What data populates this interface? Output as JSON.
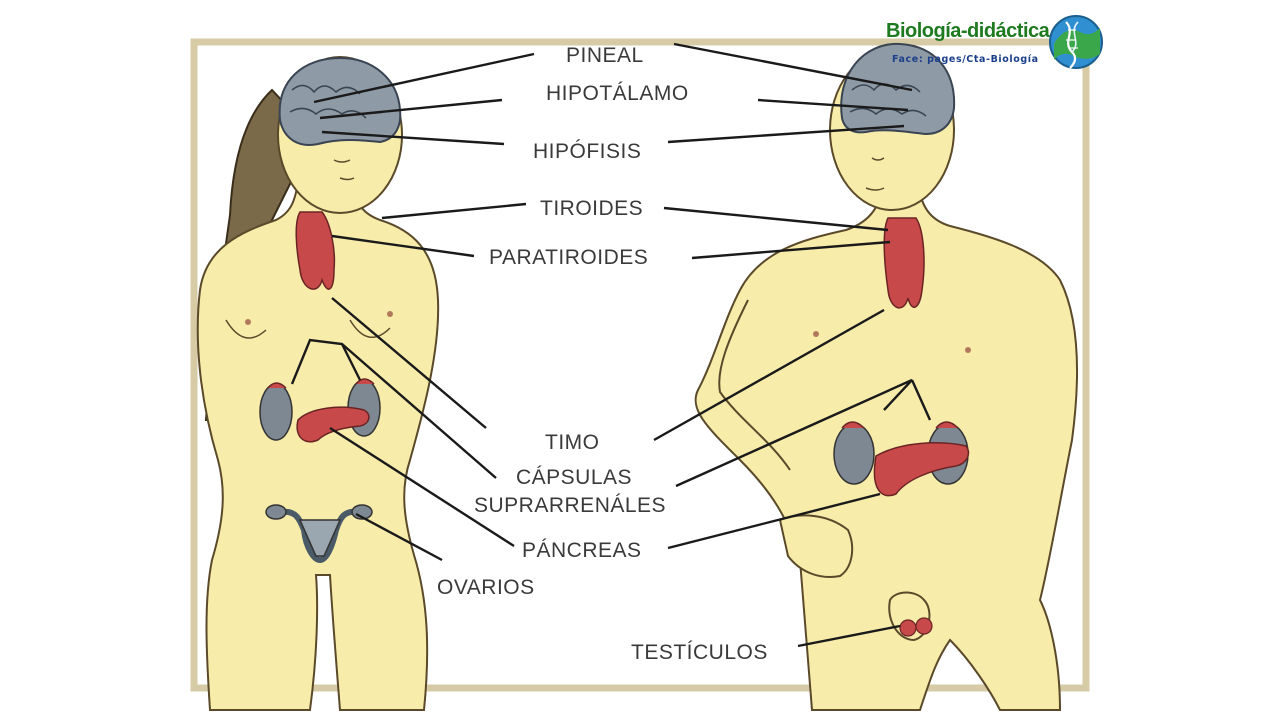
{
  "labels": {
    "pineal": "PINEAL",
    "hipotalamo": "HIPOTÁLAMO",
    "hipofisis": "HIPÓFISIS",
    "tiroides": "TIROIDES",
    "paratiroides": "PARATIROIDES",
    "timo": "TIMO",
    "capsulas": "CÁPSULAS",
    "suprarrenales": "SUPRARRENÁLES",
    "pancreas": "PÁNCREAS",
    "ovarios": "OVARIOS",
    "testiculos": "TESTÍCULOS"
  },
  "logo": {
    "brand": "Biología-didáctica",
    "subtitle": "Face:  pages/Cta-Biología"
  },
  "colors": {
    "frame": "#d6cba4",
    "skin": "#f7ecaa",
    "skin_outline": "#5a4a2a",
    "hair": "#7a6a4a",
    "brain": "#8e9aa6",
    "organ_red": "#c8494a",
    "kidney": "#7e8893",
    "pointer": "#1a1a1a",
    "label": "#3a3a3a"
  }
}
